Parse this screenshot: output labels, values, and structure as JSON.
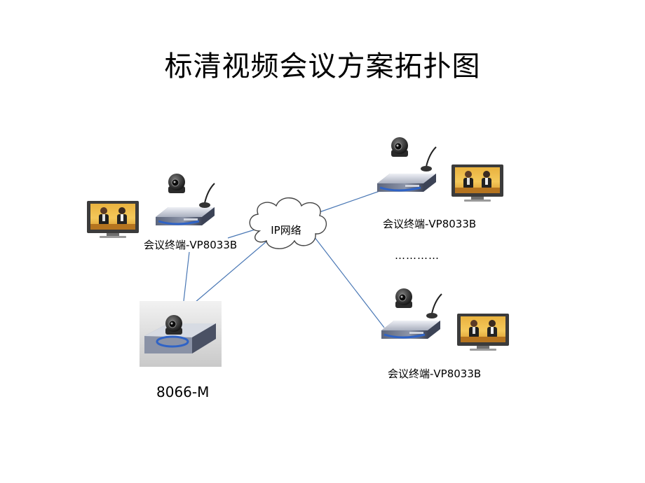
{
  "title": "标清视频会议方案拓扑图",
  "cloud": {
    "label": "IP网络"
  },
  "terminals": [
    {
      "label": "会议终端-VP8033B"
    },
    {
      "label": "会议终端-VP8033B"
    },
    {
      "label": "会议终端-VP8033B"
    }
  ],
  "ellipsis": "…………",
  "mcu": {
    "label": "8066-M"
  },
  "colors": {
    "link": "#4a78b5",
    "tv_frame": "#4d4d4d",
    "device_top": "#c8ccd6",
    "device_body": "#7b8396",
    "accent": "#2f63c6"
  }
}
